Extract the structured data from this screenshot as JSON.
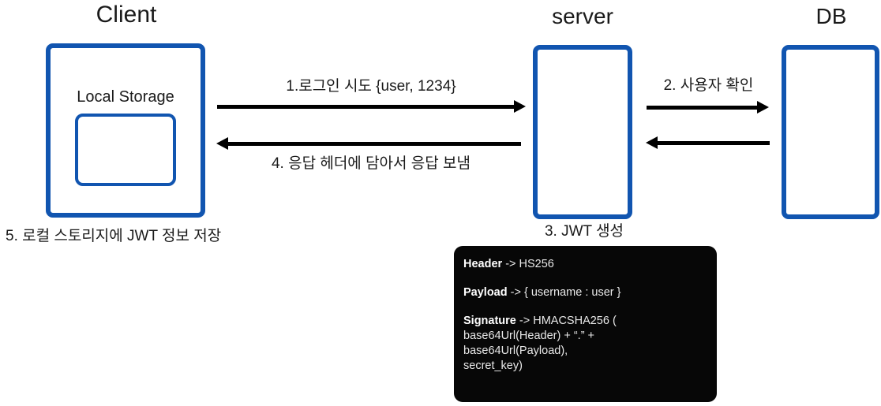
{
  "diagram": {
    "nodes": {
      "client": {
        "title": "Client",
        "inner_label": "Local Storage"
      },
      "server": {
        "title": "server"
      },
      "db": {
        "title": "DB"
      }
    },
    "arrows": [
      {
        "id": "arrow-1",
        "label": "1.로그인 시도 {user, 1234}",
        "direction": "right",
        "from": "client",
        "to": "server"
      },
      {
        "id": "arrow-4",
        "label": "4. 응답 헤더에 담아서 응답 보냄",
        "direction": "left",
        "from": "server",
        "to": "client"
      },
      {
        "id": "arrow-2",
        "label": "2. 사용자 확인",
        "direction": "right",
        "from": "server",
        "to": "db"
      },
      {
        "id": "arrow-2-return",
        "label": "",
        "direction": "left",
        "from": "db",
        "to": "server"
      }
    ],
    "annotations": {
      "step3": "3. JWT 생성",
      "step5": "5. 로컬 스토리지에 JWT 정보 저장"
    },
    "jwt_panel": {
      "rows": [
        {
          "key": "Header",
          "value": "-> HS256"
        },
        {
          "key": "Payload",
          "value": "-> { username : user }"
        },
        {
          "key": "Signature",
          "value": "-> HMACSHA256 (",
          "continuation": [
            "base64Url(Header) + “.” +",
            "base64Url(Payload),",
            "secret_key)"
          ]
        }
      ]
    },
    "colors": {
      "box_border": "#1155B0",
      "arrow": "#000000",
      "panel_background": "#070707",
      "panel_text": "#f2f2f2",
      "page_background": "#ffffff"
    }
  }
}
